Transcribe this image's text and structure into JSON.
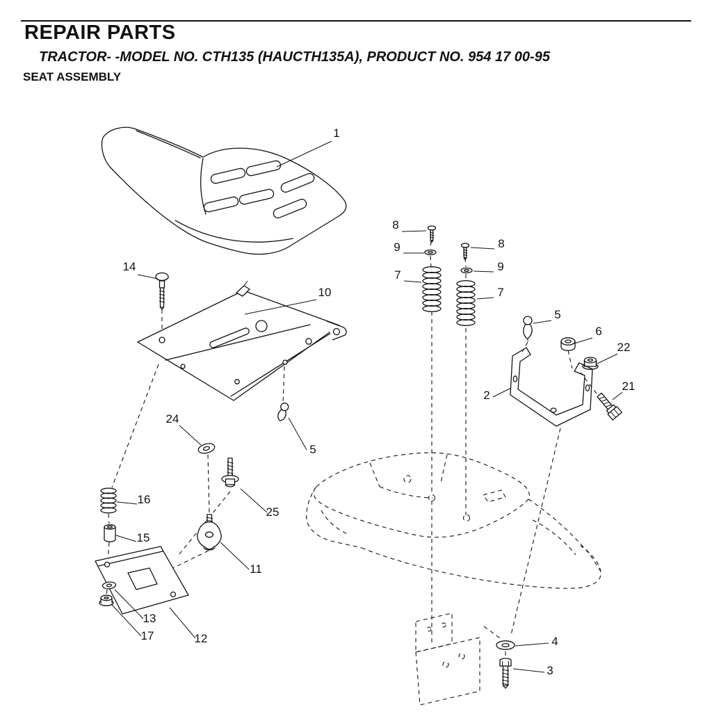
{
  "header": {
    "title": "REPAIR PARTS",
    "subtitle": "TRACTOR- -MODEL NO. CTH135 (HAUCTH135A), PRODUCT NO. 954 17 00-95",
    "section": "SEAT ASSEMBLY"
  },
  "colors": {
    "ink": "#111111",
    "paper": "#ffffff"
  },
  "diagram": {
    "description": "Exploded view of tractor seat assembly with numbered callouts",
    "callouts": [
      {
        "part": "1"
      },
      {
        "part": "14"
      },
      {
        "part": "10"
      },
      {
        "part": "8"
      },
      {
        "part": "9"
      },
      {
        "part": "7"
      },
      {
        "part": "8"
      },
      {
        "part": "9"
      },
      {
        "part": "7"
      },
      {
        "part": "5"
      },
      {
        "part": "6"
      },
      {
        "part": "22"
      },
      {
        "part": "21"
      },
      {
        "part": "2"
      },
      {
        "part": "24"
      },
      {
        "part": "5"
      },
      {
        "part": "25"
      },
      {
        "part": "16"
      },
      {
        "part": "15"
      },
      {
        "part": "11"
      },
      {
        "part": "13"
      },
      {
        "part": "17"
      },
      {
        "part": "12"
      },
      {
        "part": "4"
      },
      {
        "part": "3"
      }
    ]
  }
}
